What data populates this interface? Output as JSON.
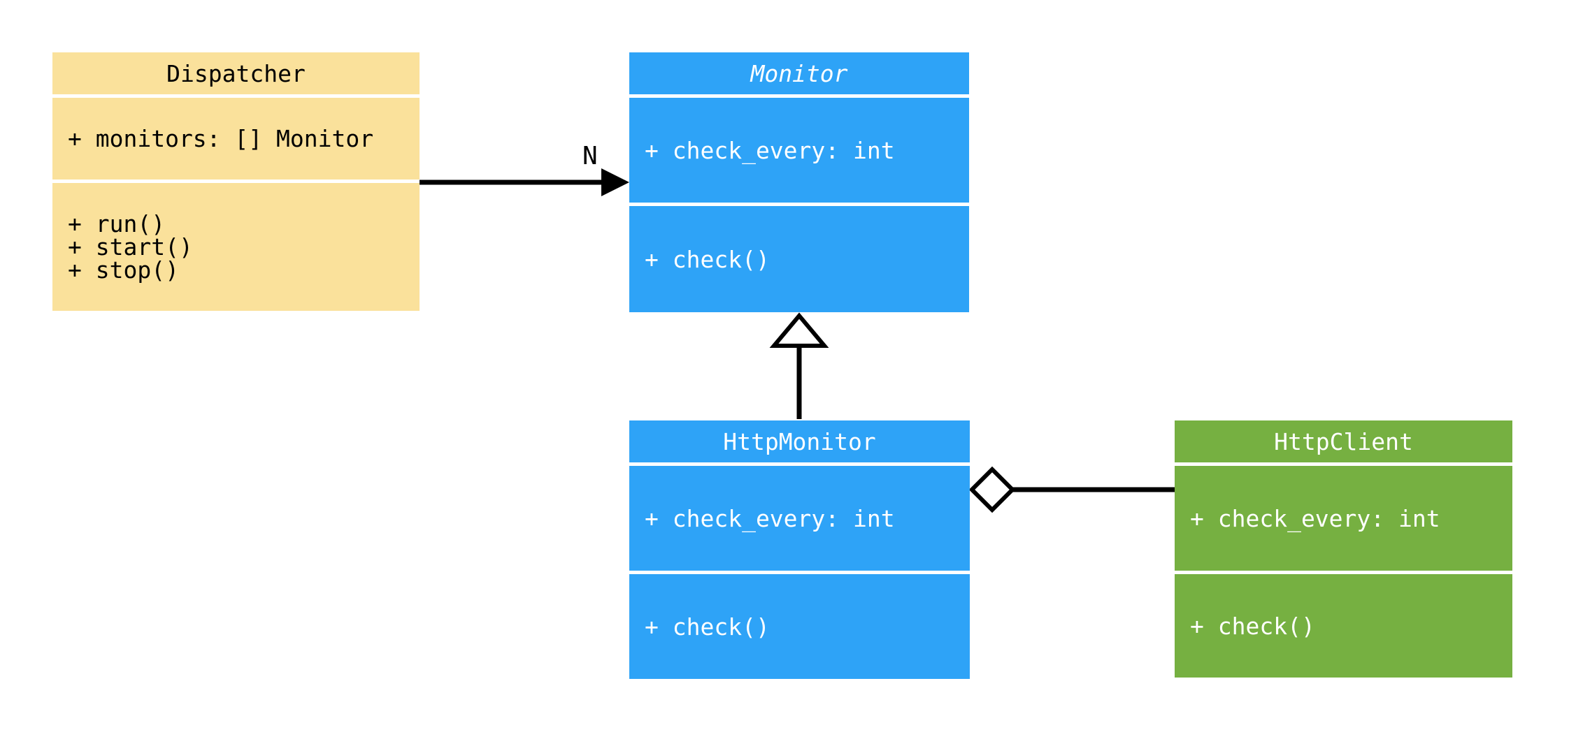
{
  "diagram": {
    "type": "uml-class-diagram",
    "background": "#FFFFFF"
  },
  "colors": {
    "dispatcher_fill": "#FAE19B",
    "monitor_fill": "#2EA3F7",
    "http_monitor_fill": "#2EA3F7",
    "http_client_fill": "#76B041",
    "text_dark": "#000000",
    "text_light": "#FFFFFF",
    "edge": "#000000"
  },
  "classes": [
    {
      "name": "Dispatcher",
      "abstract": false,
      "attributes": [
        "+ monitors: [] Monitor"
      ],
      "methods": [
        "+ run()",
        "+ start()",
        "+ stop()"
      ]
    },
    {
      "name": "Monitor",
      "abstract": true,
      "attributes": [
        "+ check_every: int"
      ],
      "methods": [
        "+ check()"
      ]
    },
    {
      "name": "HttpMonitor",
      "abstract": false,
      "attributes": [
        "+ check_every: int"
      ],
      "methods": [
        "+ check()"
      ]
    },
    {
      "name": "HttpClient",
      "abstract": false,
      "attributes": [
        "+ check_every: int"
      ],
      "methods": [
        "+ check()"
      ]
    }
  ],
  "relationships": [
    {
      "type": "association",
      "from": "Dispatcher",
      "to": "Monitor",
      "label": "N",
      "marker": "filled-arrowhead"
    },
    {
      "type": "inheritance",
      "from": "HttpMonitor",
      "to": "Monitor",
      "label": "",
      "marker": "hollow-triangle"
    },
    {
      "type": "aggregation",
      "from": "HttpMonitor",
      "to": "HttpClient",
      "label": "",
      "marker": "hollow-diamond"
    }
  ]
}
